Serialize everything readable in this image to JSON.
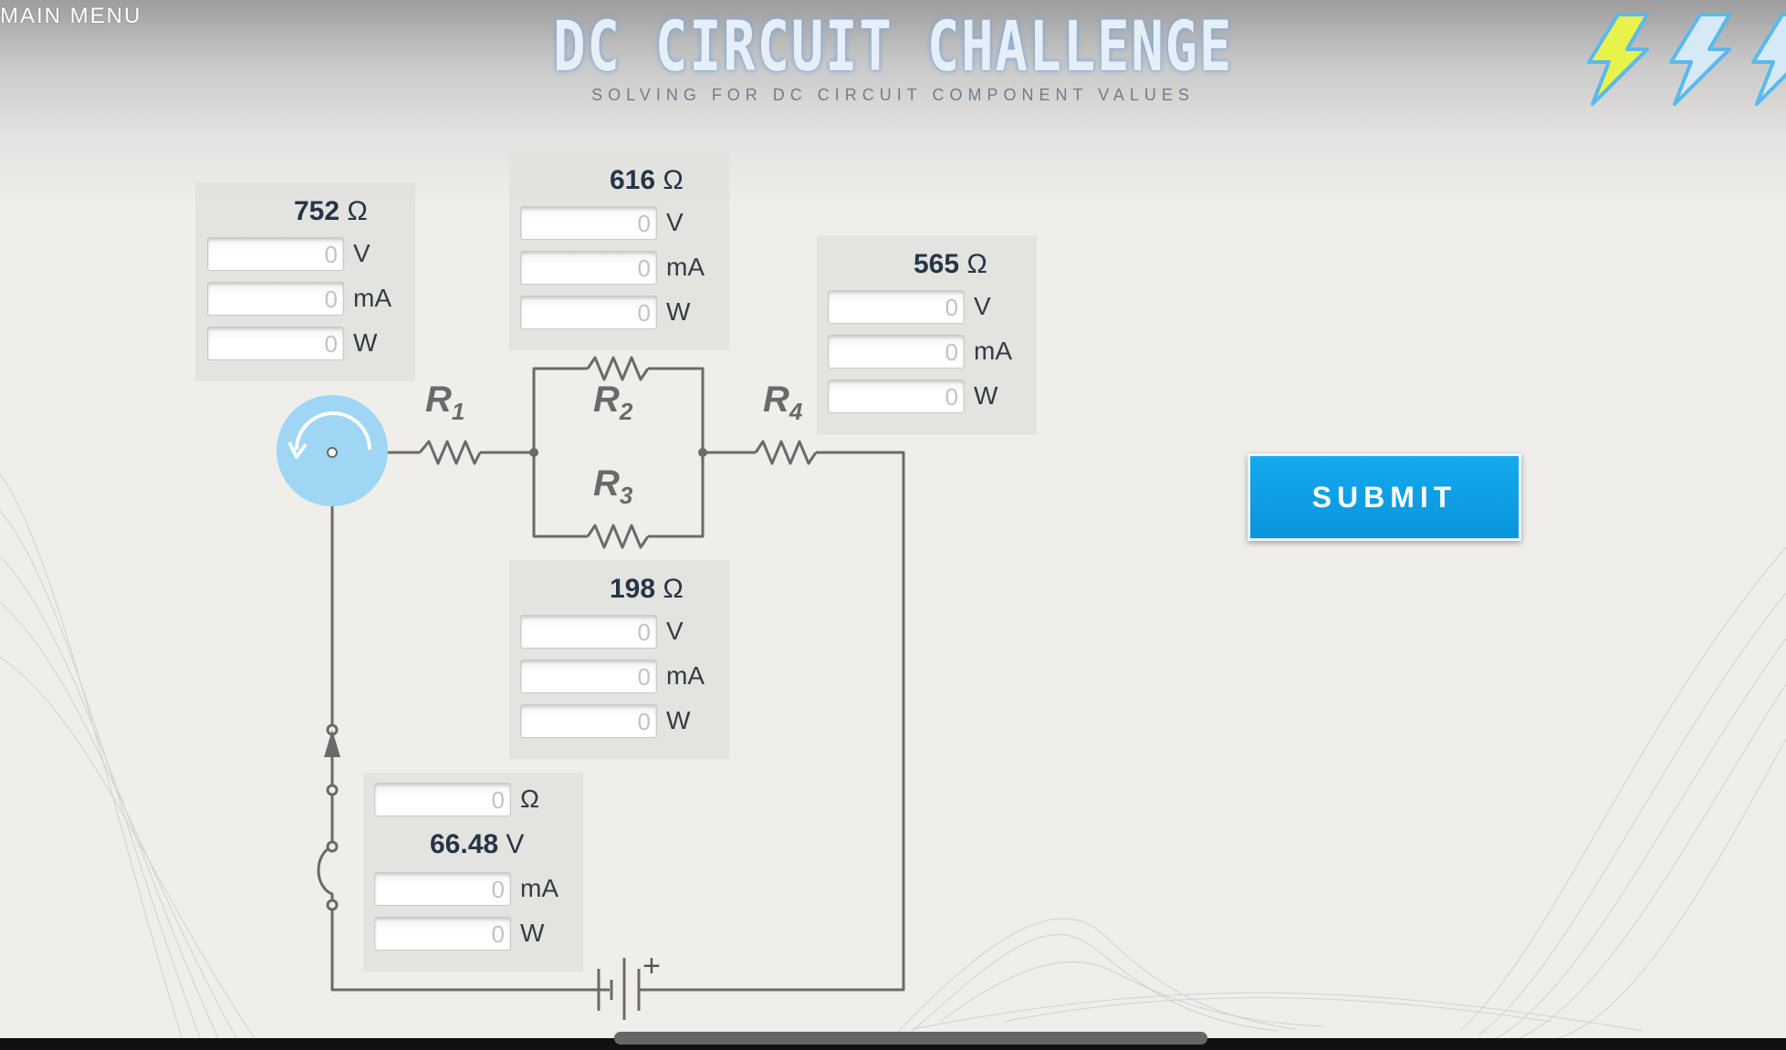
{
  "nav": {
    "main_menu": "MAIN MENU"
  },
  "header": {
    "title": "DC CIRCUIT CHALLENGE",
    "subtitle": "SOLVING FOR DC CIRCUIT COMPONENT VALUES"
  },
  "colors": {
    "accent": "#0a95dc",
    "bolt_active": "#e8f24a",
    "bolt_inactive": "#c8dff0",
    "wire": "#6a6a6a"
  },
  "icons": {
    "lives": [
      "lightning-bolt-icon",
      "lightning-bolt-icon",
      "lightning-bolt-icon"
    ],
    "reset": "rotate-left-icon"
  },
  "circuit": {
    "labels": {
      "r1": "R",
      "r1_sub": "1",
      "r2": "R",
      "r2_sub": "2",
      "r3": "R",
      "r3_sub": "3",
      "r4": "R",
      "r4_sub": "4"
    },
    "battery_plus": "+"
  },
  "panels": {
    "r1": {
      "resistance": "752",
      "unit": "Ω",
      "fields": [
        {
          "value": "0",
          "unit": "V"
        },
        {
          "value": "0",
          "unit": "mA"
        },
        {
          "value": "0",
          "unit": "W"
        }
      ]
    },
    "r2": {
      "resistance": "616",
      "unit": "Ω",
      "fields": [
        {
          "value": "0",
          "unit": "V"
        },
        {
          "value": "0",
          "unit": "mA"
        },
        {
          "value": "0",
          "unit": "W"
        }
      ]
    },
    "r4": {
      "resistance": "565",
      "unit": "Ω",
      "fields": [
        {
          "value": "0",
          "unit": "V"
        },
        {
          "value": "0",
          "unit": "mA"
        },
        {
          "value": "0",
          "unit": "W"
        }
      ]
    },
    "r3": {
      "resistance": "198",
      "unit": "Ω",
      "fields": [
        {
          "value": "0",
          "unit": "V"
        },
        {
          "value": "0",
          "unit": "mA"
        },
        {
          "value": "0",
          "unit": "W"
        }
      ]
    },
    "source": {
      "voltage": "66.48",
      "voltage_unit": "V",
      "resistance_field": {
        "value": "0",
        "unit": "Ω"
      },
      "fields": [
        {
          "value": "0",
          "unit": "mA"
        },
        {
          "value": "0",
          "unit": "W"
        }
      ]
    }
  },
  "submit": {
    "label": "SUBMIT"
  }
}
